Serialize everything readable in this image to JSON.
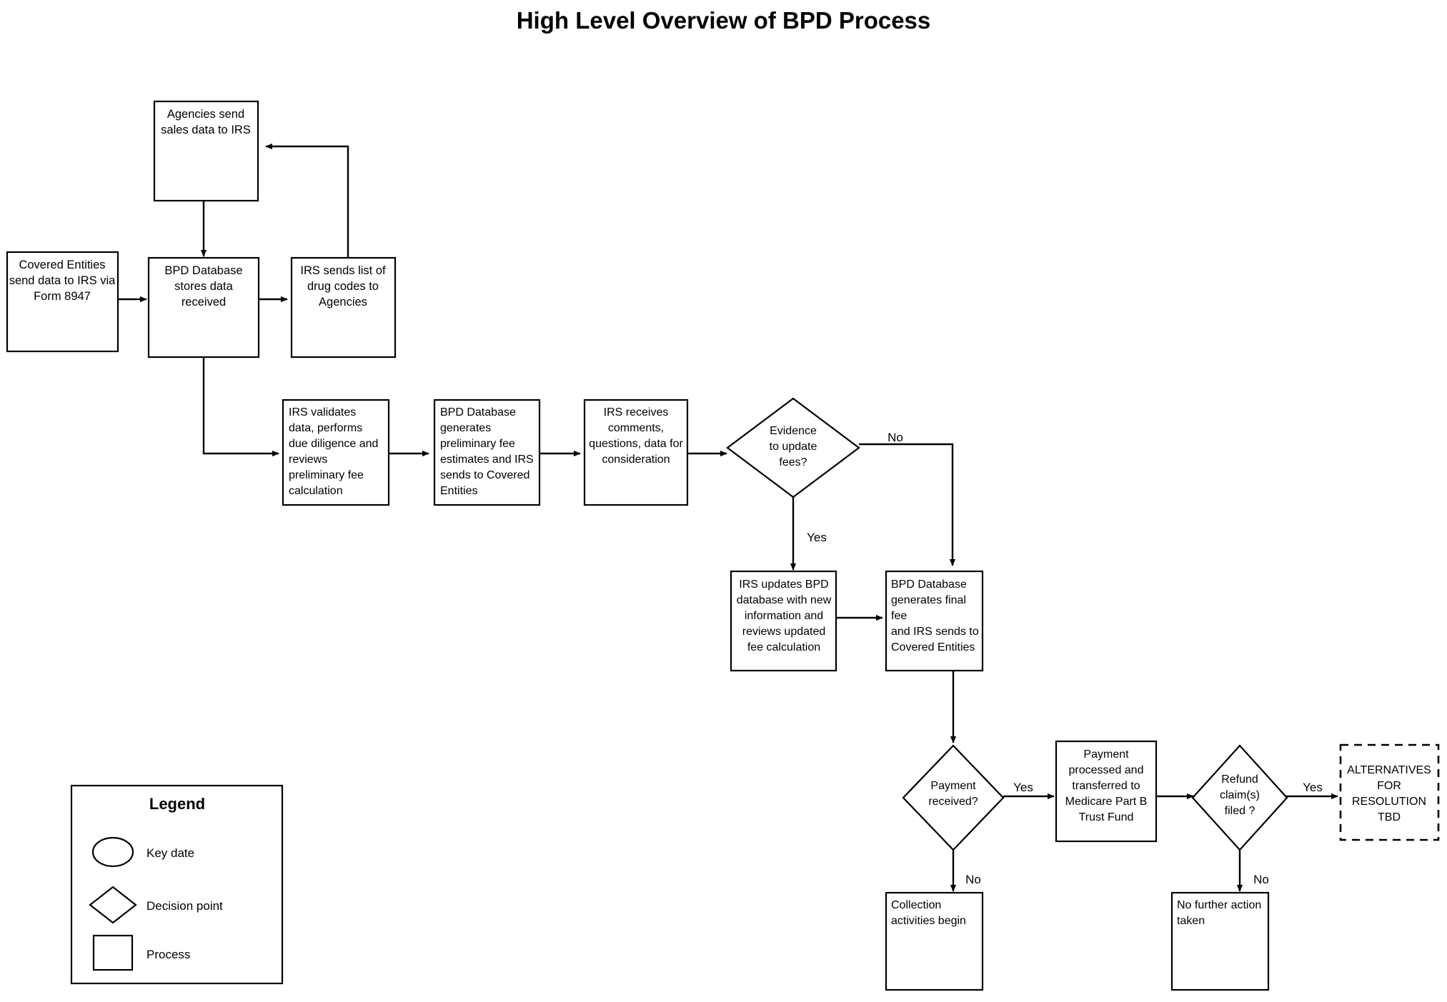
{
  "title": "High Level Overview of BPD Process",
  "nodes": {
    "agencies_send": {
      "id": "agencies-send-sales-data",
      "shape": "process",
      "align": "center",
      "lines": [
        "Agencies send",
        "sales data to IRS"
      ]
    },
    "covered_entities": {
      "id": "covered-entities-send-data",
      "shape": "process",
      "align": "center",
      "lines": [
        "Covered Entities",
        "send data to IRS via",
        "Form 8947"
      ]
    },
    "bpd_stores": {
      "id": "bpd-database-stores-data",
      "shape": "process",
      "align": "center",
      "lines": [
        "BPD Database",
        "stores data",
        "received"
      ]
    },
    "irs_drug_codes": {
      "id": "irs-sends-drug-codes",
      "shape": "process",
      "align": "center",
      "lines": [
        "IRS sends list of",
        "drug codes to",
        "Agencies"
      ]
    },
    "irs_validates": {
      "id": "irs-validates-data",
      "shape": "process",
      "align": "left",
      "lines": [
        "IRS validates",
        "data, performs",
        "due diligence and",
        "reviews",
        "preliminary fee",
        "calculation"
      ]
    },
    "bpd_prelim": {
      "id": "bpd-database-generates-preliminary-fee",
      "shape": "process",
      "align": "left",
      "lines": [
        "BPD Database",
        "generates",
        "preliminary fee",
        "estimates and IRS",
        "sends to Covered",
        "Entities"
      ]
    },
    "irs_receives": {
      "id": "irs-receives-comments",
      "shape": "process",
      "align": "center",
      "lines": [
        "IRS receives",
        "comments,",
        "questions, data for",
        "consideration"
      ]
    },
    "evidence_decision": {
      "id": "evidence-to-update-fees-decision",
      "shape": "decision",
      "align": "center",
      "lines": [
        "Evidence",
        "to update",
        "fees?"
      ]
    },
    "irs_updates": {
      "id": "irs-updates-bpd-database",
      "shape": "process",
      "align": "center",
      "lines": [
        "IRS updates BPD",
        "database with new",
        "information and",
        "reviews updated",
        "fee calculation"
      ]
    },
    "bpd_final": {
      "id": "bpd-database-generates-final-fee",
      "shape": "process",
      "align": "left",
      "lines": [
        "BPD Database",
        "generates final",
        "fee",
        "and IRS sends to",
        "Covered Entities"
      ]
    },
    "payment_decision": {
      "id": "payment-received-decision",
      "shape": "decision",
      "align": "center",
      "lines": [
        "Payment",
        "received?"
      ]
    },
    "payment_processed": {
      "id": "payment-processed-transferred",
      "shape": "process",
      "align": "center",
      "lines": [
        "Payment",
        "processed and",
        "transferred to",
        "Medicare Part B",
        "Trust Fund"
      ]
    },
    "refund_decision": {
      "id": "refund-claims-filed-decision",
      "shape": "decision",
      "align": "center",
      "lines": [
        "Refund",
        "claim(s)",
        "filed ?"
      ]
    },
    "alternatives": {
      "id": "alternatives-for-resolution-tbd",
      "shape": "process-dashed",
      "align": "center",
      "lines": [
        "ALTERNATIVES",
        "FOR",
        "RESOLUTION",
        "TBD"
      ]
    },
    "collection": {
      "id": "collection-activities-begin",
      "shape": "process",
      "align": "left",
      "lines": [
        "Collection",
        "activities begin"
      ]
    },
    "no_further_action": {
      "id": "no-further-action-taken",
      "shape": "process",
      "align": "left",
      "lines": [
        "No further action",
        "taken"
      ]
    }
  },
  "edge_labels": {
    "evidence_no": "No",
    "evidence_yes": "Yes",
    "payment_yes": "Yes",
    "payment_no": "No",
    "refund_yes": "Yes",
    "refund_no": "No"
  },
  "legend": {
    "title": "Legend",
    "items": [
      {
        "shape": "ellipse",
        "label": "Key date"
      },
      {
        "shape": "diamond",
        "label": "Decision point"
      },
      {
        "shape": "rectangle",
        "label": "Process"
      }
    ]
  },
  "colors": {
    "stroke": "#000000",
    "fill": "#ffffff",
    "background": "#ffffff"
  }
}
